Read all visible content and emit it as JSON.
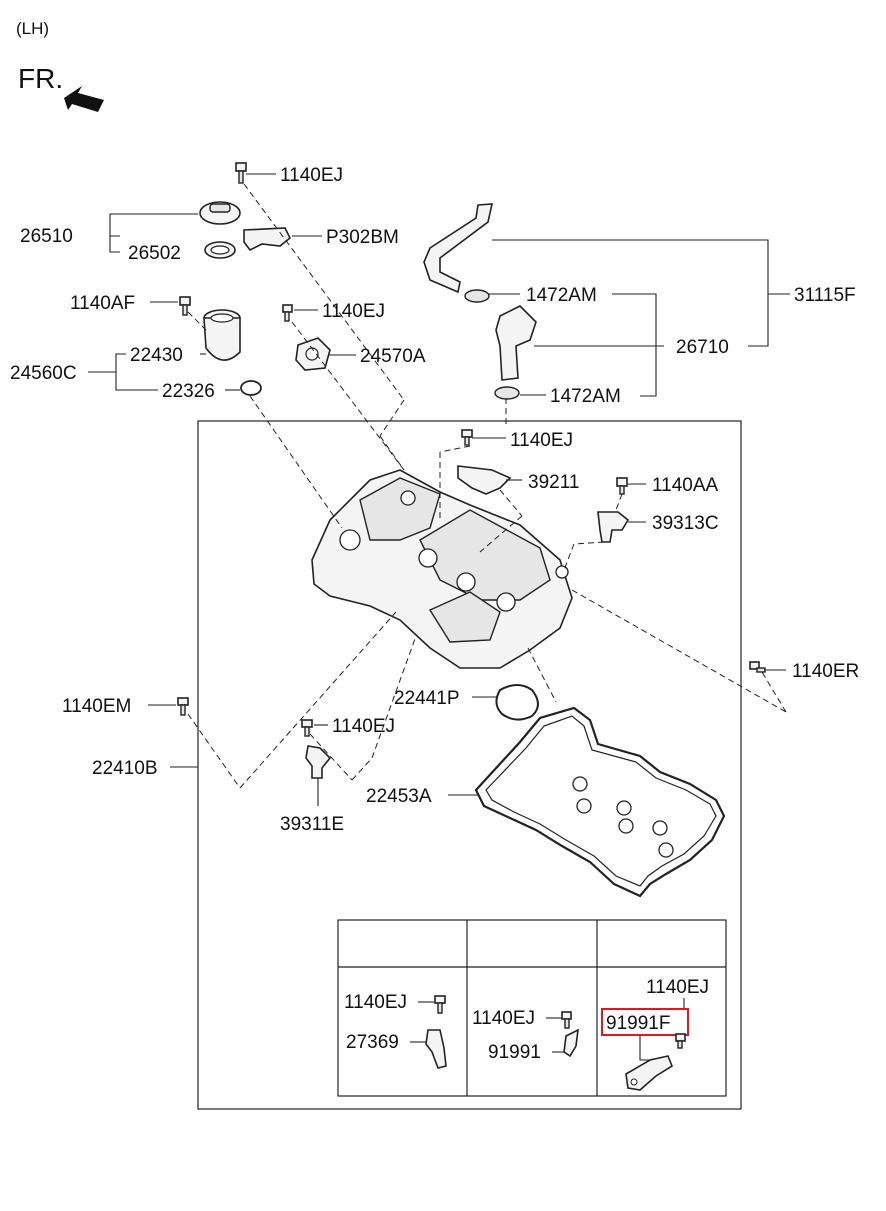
{
  "header": {
    "side": "(LH)",
    "direction": "FR."
  },
  "labels": {
    "bolt_top": "1140EJ",
    "cap_assy": "26510",
    "cap_seal": "26502",
    "bracket_top": "P302BM",
    "bolt_af": "1140AF",
    "bolt_mid": "1140EJ",
    "filler_assy": "24560C",
    "filler_neck": "22430",
    "oring": "22326",
    "sensor_housing": "24570A",
    "hose_assy": "31115F",
    "clamp_upper": "1472AM",
    "hose": "26710",
    "clamp_lower": "1472AM",
    "bolt_cover": "1140EJ",
    "bracket_39211": "39211",
    "bolt_aa": "1140AA",
    "sensor_39313c": "39313C",
    "bolt_er": "1140ER",
    "bolt_em": "1140EM",
    "gasket_small": "22441P",
    "cover_assy": "22410B",
    "bolt_lower": "1140EJ",
    "gasket_main": "22453A",
    "sensor_39311e": "39311E"
  },
  "table": {
    "col1": {
      "bolt": "1140EJ",
      "part": "27369"
    },
    "col2": {
      "bolt": "1140EJ",
      "part": "91991"
    },
    "col3": {
      "bolt": "1140EJ",
      "part": "91991F"
    }
  },
  "colors": {
    "highlight": "#e0191e",
    "line": "#222222"
  },
  "icons": {
    "arrow": "front-direction-arrow"
  }
}
